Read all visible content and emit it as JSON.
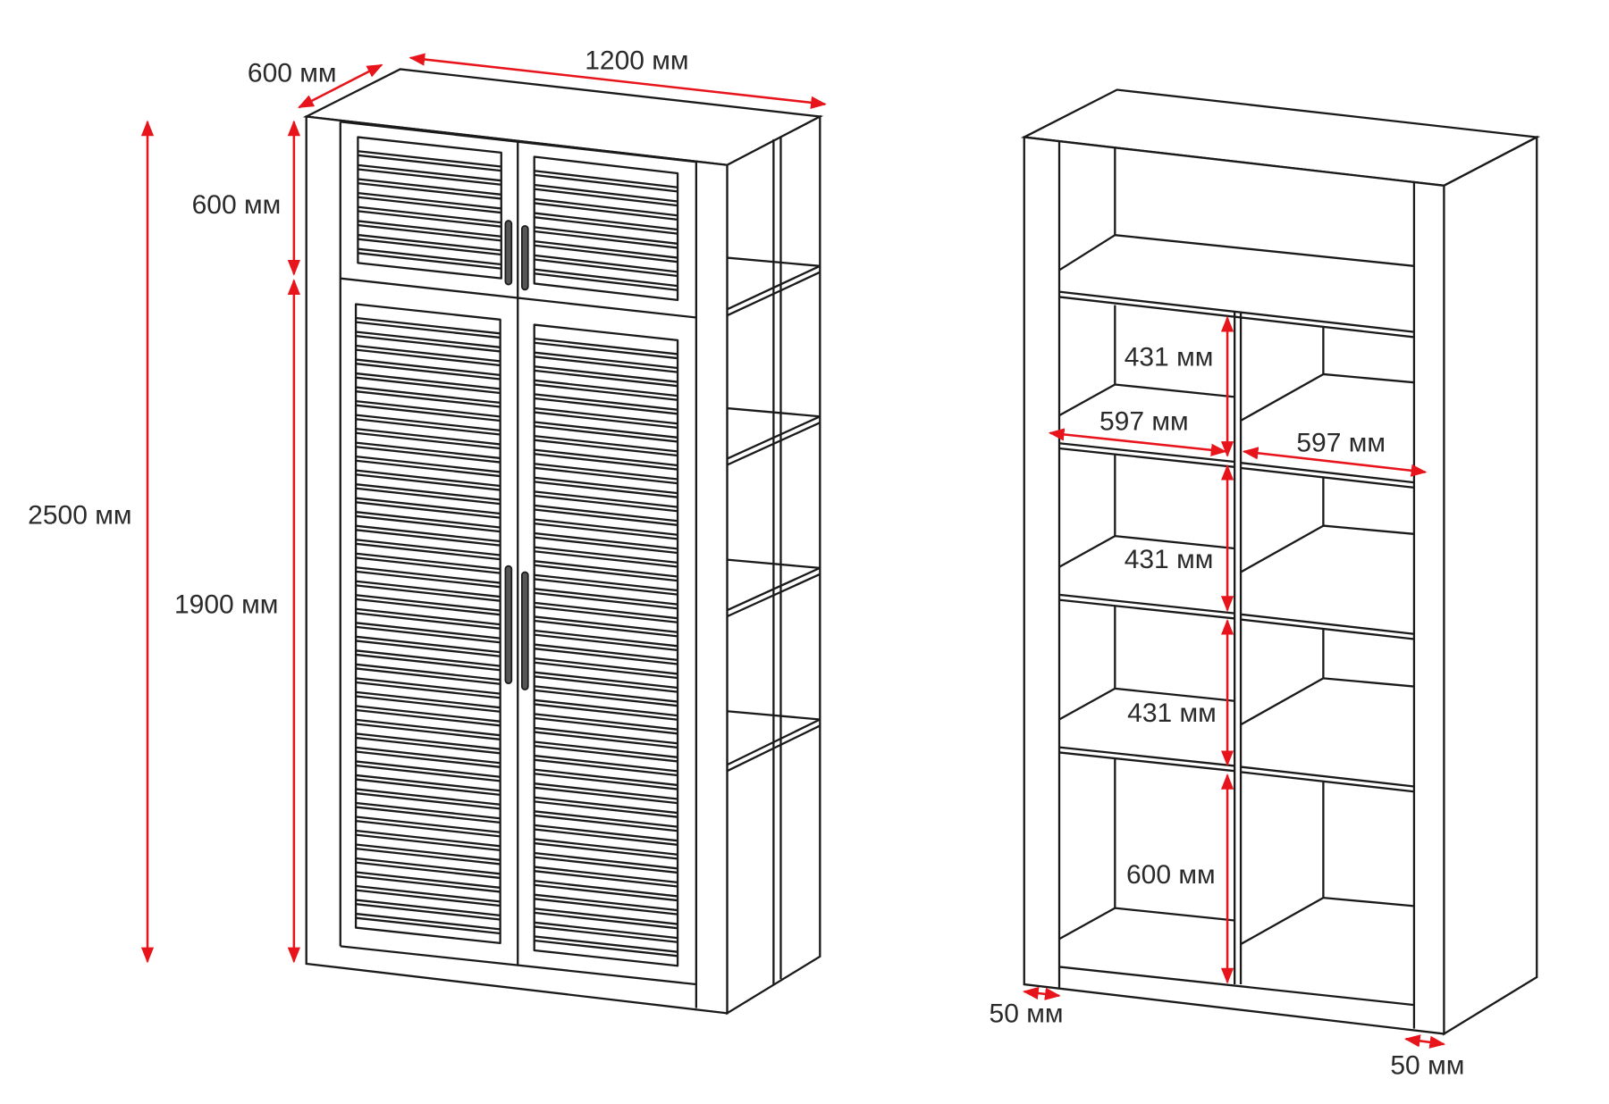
{
  "left_cabinet": {
    "depth_label": "600 мм",
    "width_label": "1200 мм",
    "top_section_label": "600 мм",
    "bottom_section_label": "1900 мм",
    "total_height_label": "2500 мм"
  },
  "right_cabinet": {
    "shelf_height_1": "431 мм",
    "shelf_height_2": "431 мм",
    "shelf_height_3": "431 мм",
    "bottom_height": "600 мм",
    "left_shelf_width": "597 мм",
    "right_shelf_width": "597 мм",
    "left_panel_thickness": "50 мм",
    "right_panel_thickness": "50 мм"
  },
  "colors": {
    "dimension": "#e8141b",
    "outline": "#1a1a1a"
  }
}
